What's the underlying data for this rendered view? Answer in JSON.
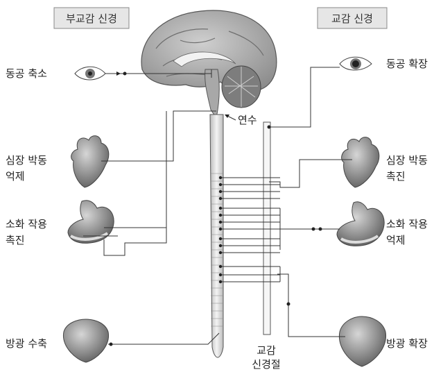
{
  "headers": {
    "parasympathetic": "부교감 신경",
    "sympathetic": "교감 신경"
  },
  "labels": {
    "medulla": "연수",
    "ganglion_line1": "교감",
    "ganglion_line2": "신경절"
  },
  "parasympathetic_effects": {
    "eye": "동공 축소",
    "heart_line1": "심장 박동",
    "heart_line2": "억제",
    "digest_line1": "소화 작용",
    "digest_line2": "촉진",
    "bladder": "방광 수축"
  },
  "sympathetic_effects": {
    "eye": "동공 확장",
    "heart_line1": "심장 박동",
    "heart_line2": "촉진",
    "digest_line1": "소화 작용",
    "digest_line2": "억제",
    "bladder": "방광 확장"
  },
  "colors": {
    "organ_fill": "#8a8a8a",
    "organ_light": "#bdbdbd",
    "brain_fill": "#9c9c9c",
    "header_bg": "#e6e6e6"
  }
}
